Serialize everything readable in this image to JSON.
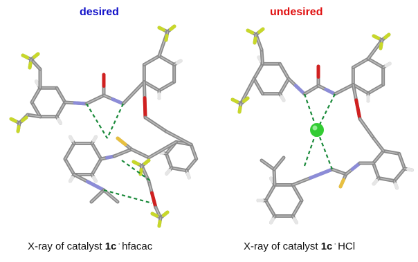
{
  "panels": {
    "left": {
      "label": "desired",
      "label_color": "#1010c8"
    },
    "right": {
      "label": "undesired",
      "label_color": "#e01010"
    }
  },
  "captions": {
    "left": {
      "prefix": "X-ray of catalyst",
      "compound": "1c",
      "dot": "·",
      "suffix": "hfacac"
    },
    "right": {
      "prefix": "X-ray of catalyst",
      "compound": "1c",
      "dot": "·",
      "suffix": "HCl"
    }
  },
  "colors": {
    "bond": "#8a8a8a",
    "bond_highlight": "#c8c8c8",
    "fluorine": "#c8d82a",
    "hydrogen": "#e6e6e6",
    "nitrogen": "#8c8cd8",
    "oxygen": "#d02020",
    "sulfur": "#e8c040",
    "chloride": "#33cc33",
    "hbond": "#1a8a3a"
  }
}
